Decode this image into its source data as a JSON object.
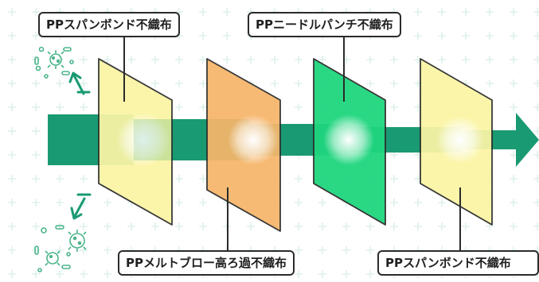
{
  "labels": {
    "top_left": "PPスパンボンド不織布",
    "top_right": "PPニードルパンチ不織布",
    "bottom_left": "PPメルトブロー高ろ過不織布",
    "bottom_right": "PPスパンボンド不織布"
  },
  "colors": {
    "flow_band": "#1a9a73",
    "layer_1": "#fbf5a4",
    "layer_2": "#f6b56a",
    "layer_3": "#1fd67e",
    "layer_4": "#fbf5a4",
    "germ_icons": "#4bb58a",
    "grid_plus": "#cfeae0"
  }
}
